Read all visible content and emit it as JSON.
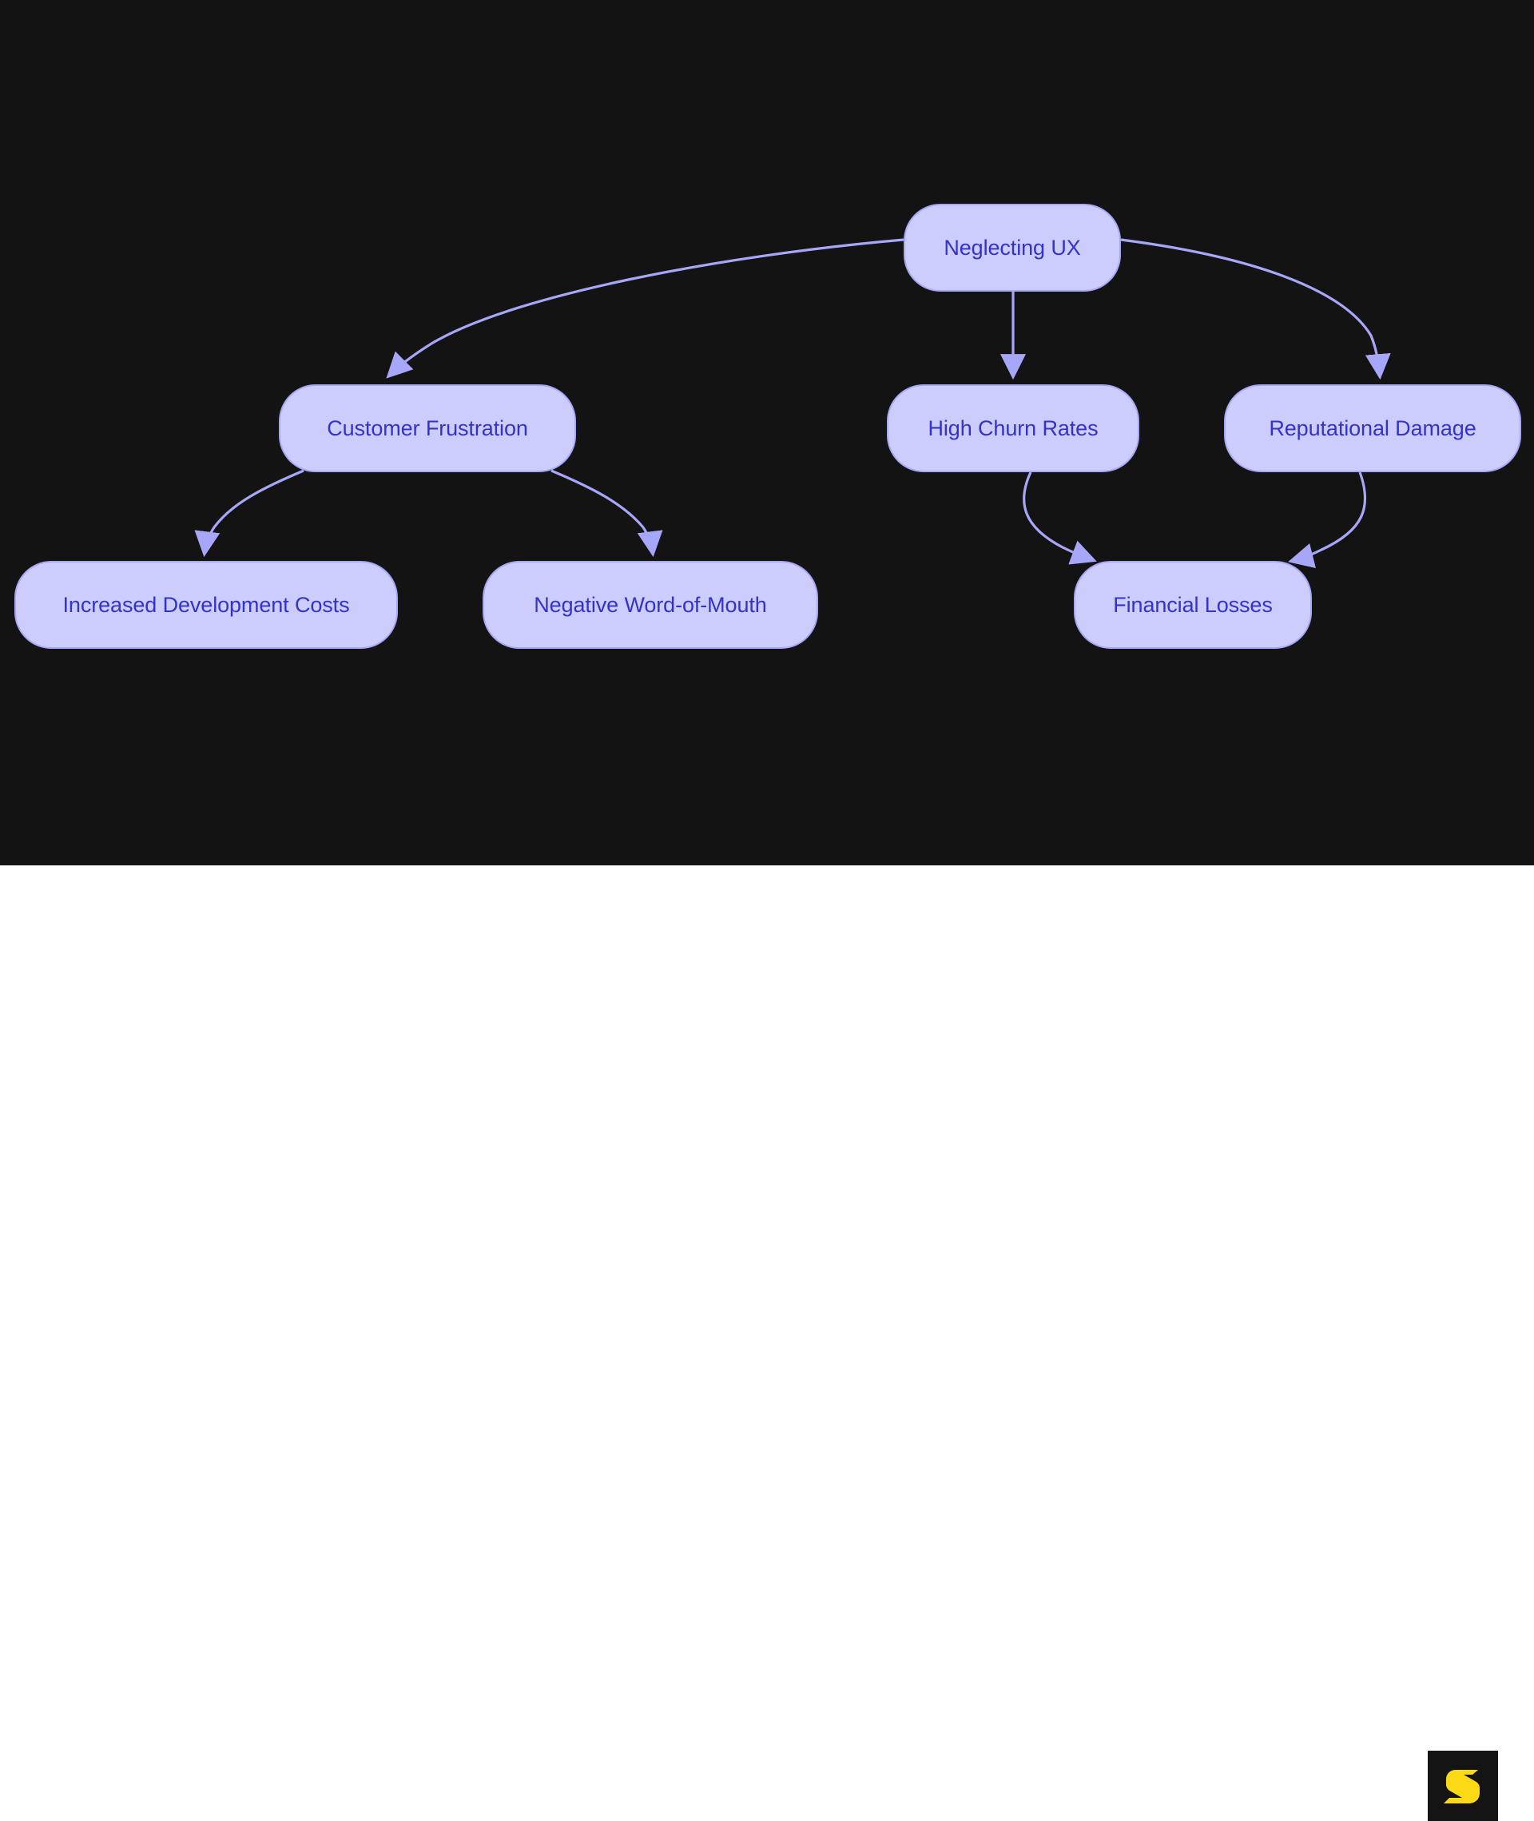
{
  "canvas": {
    "background_color": "#131313",
    "footer_background_color": "#ffffff"
  },
  "theme": {
    "node_fill": "#ccccfd",
    "node_border": "#a7a7fa",
    "node_text": "#3333cc",
    "edge_color": "#a7a7fa",
    "logo_badge_background": "#141414",
    "logo_mark_color": "#fbd914"
  },
  "diagram": {
    "type": "flowchart",
    "direction": "top-down",
    "nodes": [
      {
        "id": "root",
        "label": "Neglecting UX",
        "level": 0
      },
      {
        "id": "frustration",
        "label": "Customer Frustration",
        "level": 1
      },
      {
        "id": "churn",
        "label": "High Churn Rates",
        "level": 1
      },
      {
        "id": "reputation",
        "label": "Reputational Damage",
        "level": 1
      },
      {
        "id": "devcosts",
        "label": "Increased Development Costs",
        "level": 2
      },
      {
        "id": "wordofmouth",
        "label": "Negative Word-of-Mouth",
        "level": 2
      },
      {
        "id": "financial",
        "label": "Financial Losses",
        "level": 2
      }
    ],
    "edges": [
      {
        "from": "root",
        "to": "frustration"
      },
      {
        "from": "root",
        "to": "churn"
      },
      {
        "from": "root",
        "to": "reputation"
      },
      {
        "from": "frustration",
        "to": "devcosts"
      },
      {
        "from": "frustration",
        "to": "wordofmouth"
      },
      {
        "from": "churn",
        "to": "financial"
      },
      {
        "from": "reputation",
        "to": "financial"
      }
    ]
  },
  "branding": {
    "logo_icon": "s-logo-icon",
    "logo_letter": "S"
  }
}
